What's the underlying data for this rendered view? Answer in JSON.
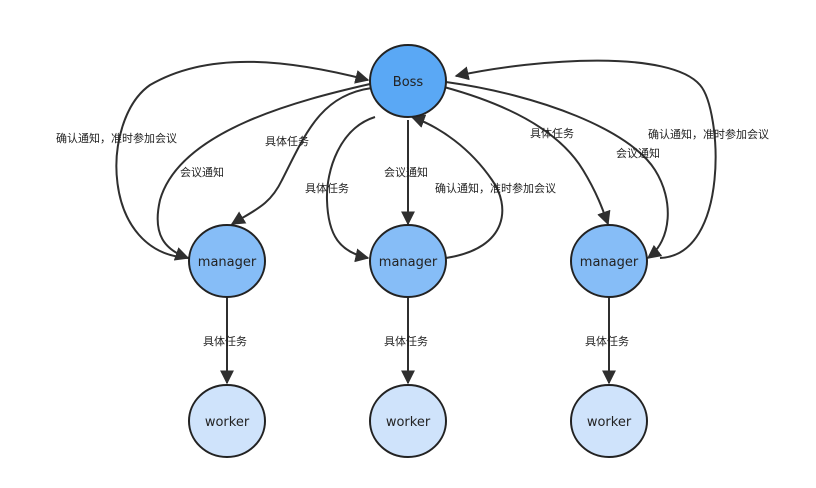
{
  "diagram": {
    "nodes": {
      "boss": {
        "label": "Boss",
        "color": "#5aa8f5"
      },
      "manager_left": {
        "label": "manager",
        "color": "#86bdf7"
      },
      "manager_mid": {
        "label": "manager",
        "color": "#86bdf7"
      },
      "manager_right": {
        "label": "manager",
        "color": "#86bdf7"
      },
      "worker_left": {
        "label": "worker",
        "color": "#cfe3fb"
      },
      "worker_mid": {
        "label": "worker",
        "color": "#cfe3fb"
      },
      "worker_right": {
        "label": "worker",
        "color": "#cfe3fb"
      }
    },
    "edges": {
      "left_confirm": "确认通知，准时参加会议",
      "left_meeting": "会议通知",
      "left_task": "具体任务",
      "mid_task": "具体任务",
      "mid_meeting": "会议通知",
      "mid_confirm": "确认通知，准时参加会议",
      "right_task": "具体任务",
      "right_meeting": "会议通知",
      "right_confirm": "确认通知，准时参加会议",
      "left_worker_task": "具体任务",
      "mid_worker_task": "具体任务",
      "right_worker_task": "具体任务"
    },
    "colors": {
      "stroke": "#2f2f2f",
      "node_border": "#222222"
    }
  }
}
